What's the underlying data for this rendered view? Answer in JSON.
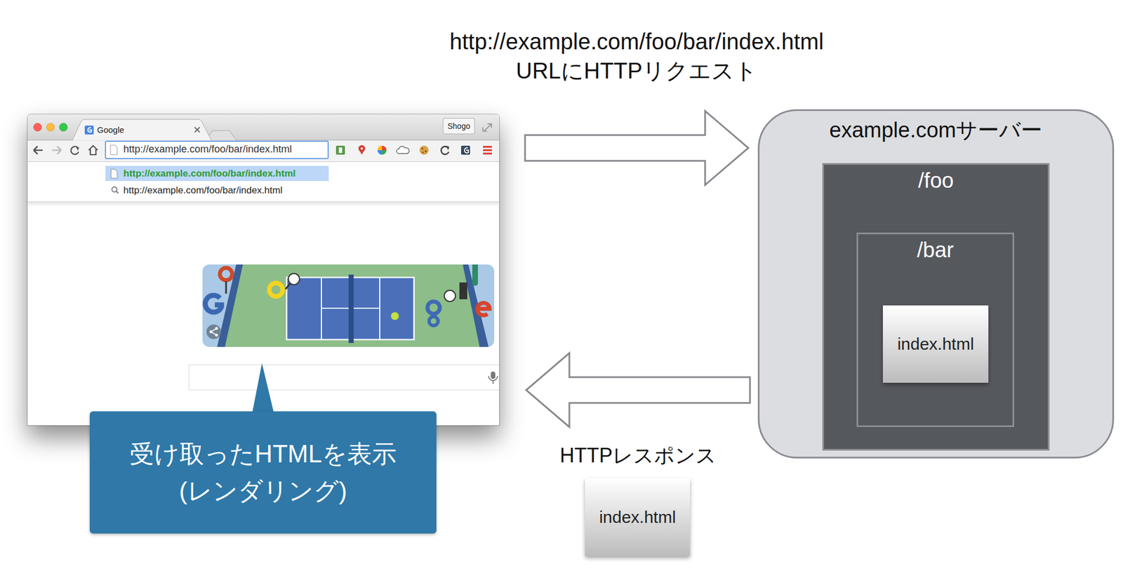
{
  "diagram": {
    "nodes": [
      {
        "text": [
          "Google",
          "Shogo",
          "http://example.com/foo/bar/index.html",
          "http://example.com/foo/bar/index.html",
          "http://example.com/foo/bar/index.html"
        ]
      },
      {
        "text": [
          "受け取ったHTMLを表示 (レンダリング)"
        ]
      },
      {
        "text": [
          "example.comサーバー"
        ]
      },
      {
        "text": [
          "/foo"
        ],
        "in": 2
      },
      {
        "text": [
          "/bar"
        ],
        "in": 3
      },
      {
        "text": [
          "index.html"
        ],
        "in": 4
      },
      {
        "text": [
          "index.html"
        ]
      }
    ],
    "edges": [
      {
        "from": 0,
        "to": 2,
        "arrow": "to",
        "label": "http://example.com/foo/bar/index.html URLにHTTPリクエスト"
      },
      {
        "from": 2,
        "to": 0,
        "arrow": "to",
        "label": "HTTPレスポンス"
      }
    ]
  }
}
